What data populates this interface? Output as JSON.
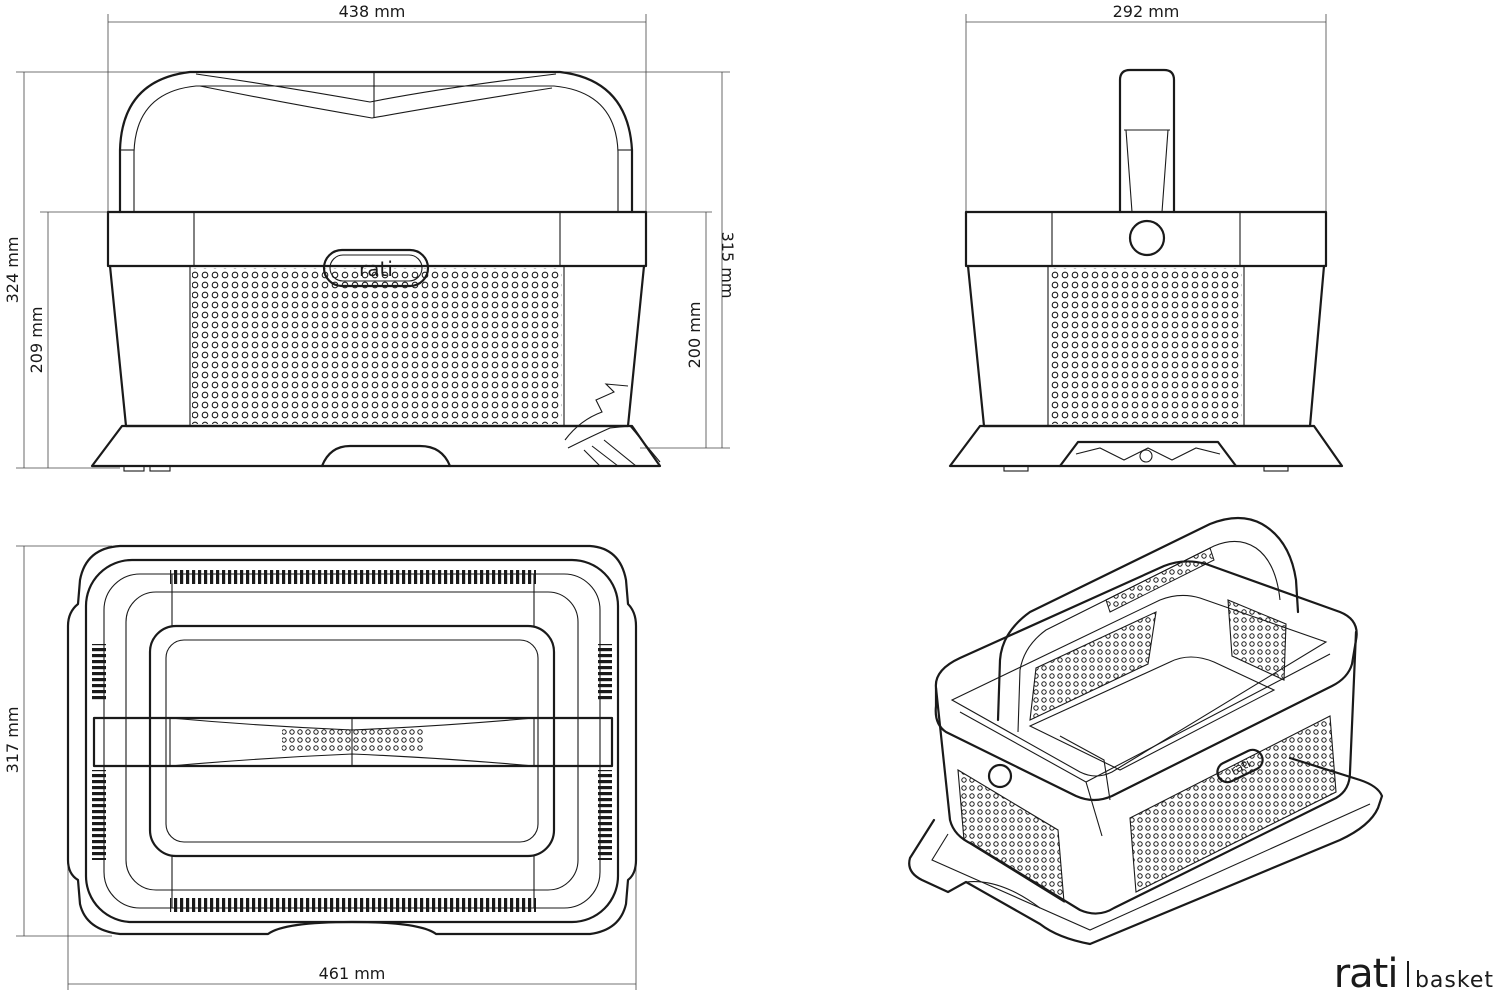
{
  "dimensions": {
    "front_width": "438 mm",
    "side_width": "292 mm",
    "front_total_height": "324 mm",
    "front_body_height": "209 mm",
    "front_right_total": "315 mm",
    "front_right_body": "200 mm",
    "top_depth": "317 mm",
    "top_width": "461 mm"
  },
  "basket_logo": "rati",
  "footer": {
    "logo": "rati",
    "product": "basket"
  },
  "colors": {
    "line": "#1a1a1a",
    "background": "#ffffff"
  }
}
